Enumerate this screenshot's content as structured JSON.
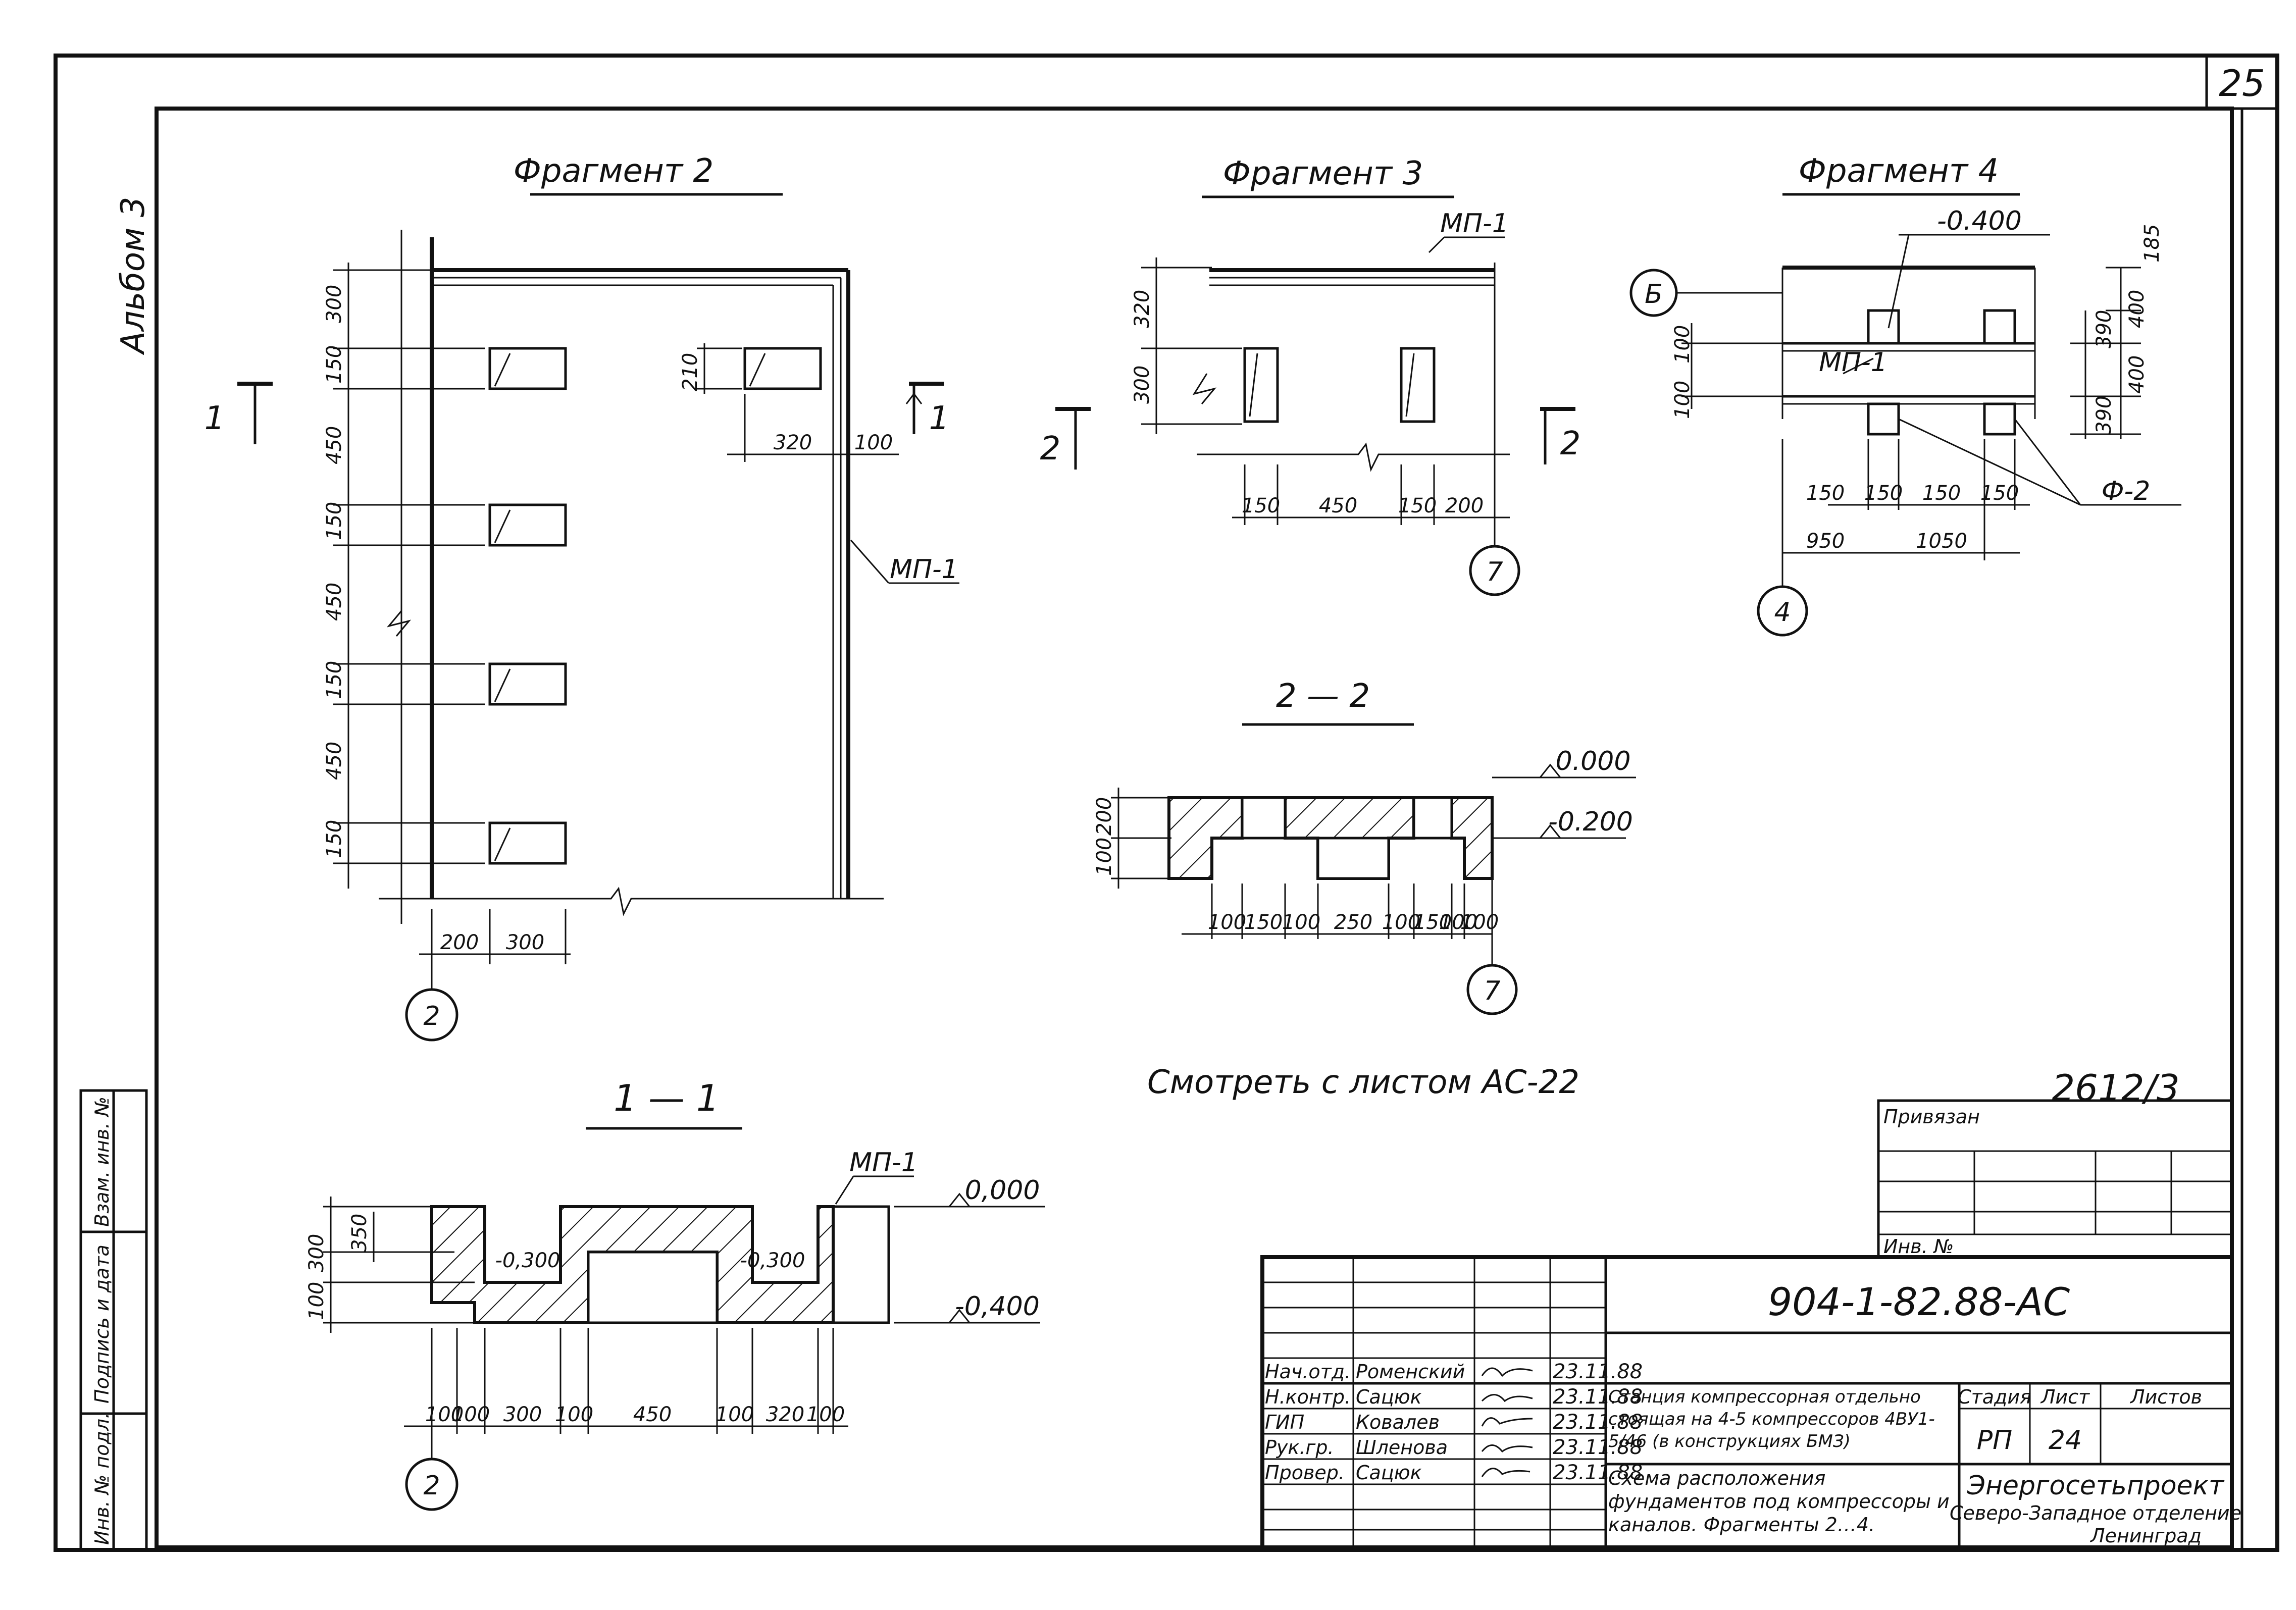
{
  "sheet_number": "25",
  "album_label": "Альбом 3",
  "fragment2": {
    "title": "Фрагмент 2",
    "vertical_dims": [
      "300",
      "150",
      "450",
      "150",
      "450",
      "150",
      "450",
      "150"
    ],
    "dim_210": "210",
    "dim_320": "320",
    "dim_100": "100",
    "bottom_dims": [
      "200",
      "300"
    ],
    "label_mp1": "МП-1",
    "axis": "2",
    "section_mark": "1"
  },
  "fragment3": {
    "title": "Фрагмент 3",
    "label_mp1": "МП-1",
    "vertical_dims": [
      "320",
      "300"
    ],
    "bottom_dims": [
      "150",
      "450",
      "150",
      "200"
    ],
    "axis": "7",
    "section_mark": "2"
  },
  "fragment4": {
    "title": "Фрагмент 4",
    "level": "-0.400",
    "axis_top": "Б",
    "axis_bottom": "4",
    "label_mp1": "МП-1",
    "label_f2": "Ф-2",
    "left_dims": [
      "100",
      "100"
    ],
    "right_dims": [
      "185",
      "400",
      "390",
      "400",
      "390"
    ],
    "bottom_dims_row1": [
      "150",
      "150",
      "150",
      "150"
    ],
    "bottom_dims_row2": [
      "950",
      "1050"
    ]
  },
  "section22": {
    "title": "2 — 2",
    "level_top": "0.000",
    "level_low": "-0.200",
    "left_dims": [
      "100",
      "200"
    ],
    "bottom_dims": [
      "100",
      "150",
      "100",
      "250",
      "100",
      "150",
      "100",
      "100"
    ],
    "axis": "7"
  },
  "section11": {
    "title": "1 — 1",
    "label_mp1": "МП-1",
    "level_top": "0,000",
    "level_low": "-0,400",
    "inner_level_left": "-0,300",
    "inner_level_right": "-0,300",
    "left_dims": [
      "300",
      "100",
      "350"
    ],
    "bottom_dims": [
      "100",
      "100",
      "300",
      "100",
      "450",
      "100",
      "320",
      "100"
    ],
    "axis": "2"
  },
  "note": "Смотреть с листом АС-22",
  "handwritten_ref": "2612/3",
  "left_strip_labels": [
    "Инв. № подл.",
    "Подпись и дата",
    "Взам. инв. №"
  ],
  "stamp": {
    "privyazan": "Привязан",
    "inv_no": "Инв. №",
    "code": "904-1-82.88-АС",
    "roles": [
      {
        "role": "Нач.отд.",
        "name": "Роменский",
        "date": "23.11.88"
      },
      {
        "role": "Н.контр.",
        "name": "Сацюк",
        "date": "23.11.88"
      },
      {
        "role": "ГИП",
        "name": "Ковалев",
        "date": "23.11.88"
      },
      {
        "role": "Рук.гр.",
        "name": "Шленова",
        "date": "23.11.88"
      },
      {
        "role": "Провер.",
        "name": "Сацюк",
        "date": "23.11.88"
      }
    ],
    "object_title": "Станция компрессорная отдельно стоящая на 4-5 компрессоров 4ВУ1-5/46 (в конструкциях БМЗ)",
    "sheet_title": "Схема расположения фундаментов под компрессоры и каналов. Фрагменты 2…4.",
    "stage_hdr": "Стадия",
    "sheet_hdr": "Лист",
    "sheets_hdr": "Листов",
    "stage": "РП",
    "sheet": "24",
    "org": "Энергосетьпроект",
    "org_branch": "Северо-Западное отделение",
    "org_city": "Ленинград"
  }
}
